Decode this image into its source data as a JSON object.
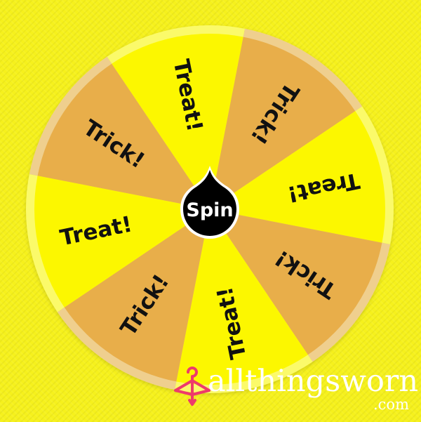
{
  "wheel": {
    "segments": [
      {
        "label": "Treat!",
        "color": "#fcf700"
      },
      {
        "label": "Trick!",
        "color": "#e8ae4a"
      },
      {
        "label": "Treat!",
        "color": "#fcf700"
      },
      {
        "label": "Trick!",
        "color": "#e8ae4a"
      },
      {
        "label": "Treat!",
        "color": "#fcf700"
      },
      {
        "label": "Trick!",
        "color": "#e8ae4a"
      },
      {
        "label": "Treat!",
        "color": "#fcf700"
      },
      {
        "label": "Trick!",
        "color": "#e8ae4a"
      }
    ],
    "rim_light": "#fbfa6a",
    "rim_dark": "#efcf8e"
  },
  "spin_button": {
    "label": "Spin",
    "color": "#000000"
  },
  "watermark": {
    "brand": "allthingsworn",
    "tld": ".com",
    "icon": "hanger-icon",
    "icon_color": "#ee3a6b"
  }
}
